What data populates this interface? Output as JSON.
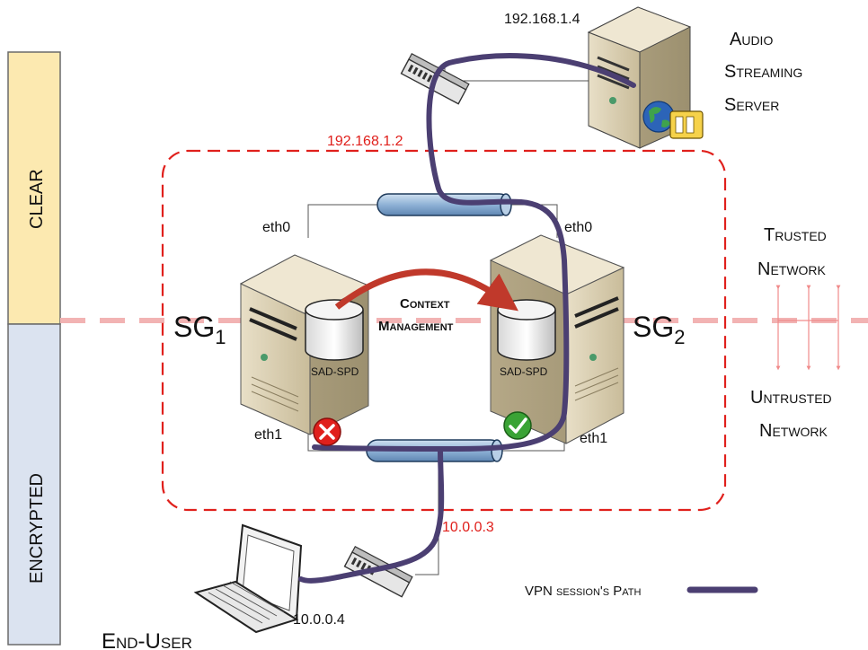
{
  "zones": {
    "clear": "CLEAR",
    "encrypted": "ENCRYPTED"
  },
  "ips": {
    "server": "192.168.1.4",
    "inner_trusted": "192.168.1.2",
    "inner_untrusted": "10.0.0.3",
    "end_user": "10.0.0.4"
  },
  "server": {
    "line1": "Audio",
    "line2": "Streaming",
    "line3": "Server"
  },
  "gateways": {
    "sg1": {
      "name": "SG",
      "sub": "1",
      "db": "SAD-SPD"
    },
    "sg2": {
      "name": "SG",
      "sub": "2",
      "db": "SAD-SPD"
    }
  },
  "interfaces": {
    "eth0_left": "eth0",
    "eth0_right": "eth0",
    "eth1_left": "eth1",
    "eth1_right": "eth1"
  },
  "context": {
    "line1": "Context",
    "line2": "Management"
  },
  "networks": {
    "trusted_1": "Trusted",
    "trusted_2": "Network",
    "untrusted_1": "Untrusted",
    "untrusted_2": "Network"
  },
  "end_user": "End-User",
  "legend": {
    "label": "VPN session's Path",
    "color": "#4b3f72"
  },
  "colors": {
    "boundary": "#e0201c",
    "clear_bar": "#fce9b0",
    "encrypted_bar": "#dbe3f0",
    "link": "#4b3f72"
  }
}
